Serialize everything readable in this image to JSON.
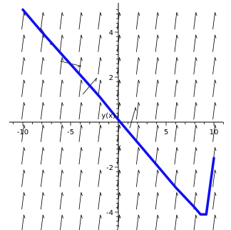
{
  "chart_data": {
    "type": "line",
    "title": "",
    "xlabel": "x",
    "ylabel": "y(x)",
    "xlim": [
      -11,
      11
    ],
    "ylim": [
      -5.2,
      5.2
    ],
    "grid": false,
    "x_ticks": [
      {
        "value": -10,
        "label": "-10"
      },
      {
        "value": -5,
        "label": "-5"
      },
      {
        "value": 5,
        "label": "5"
      },
      {
        "value": 10,
        "label": "10"
      }
    ],
    "y_ticks": [
      {
        "value": 4,
        "label": "4"
      },
      {
        "value": 2,
        "label": "2"
      },
      {
        "value": -2,
        "label": "-2"
      },
      {
        "value": -4,
        "label": "-4"
      }
    ],
    "series": [
      {
        "color": "#1010f0",
        "x": [
          -10,
          -8,
          -6,
          -4,
          -2,
          0,
          2,
          4,
          6,
          8,
          8.6,
          9.2,
          10
        ],
        "y": [
          5.0,
          4.0,
          3.05,
          2.1,
          1.15,
          0.1,
          -0.9,
          -1.9,
          -2.9,
          -3.8,
          -4.1,
          -4.1,
          -1.6
        ]
      }
    ],
    "direction_field": {
      "type": "slope-field",
      "color": "#000000",
      "x": [
        -10,
        -8,
        -6,
        -4,
        -2,
        0,
        2,
        4,
        6,
        8,
        10
      ],
      "y": [
        4.5,
        3.5,
        2.5,
        1.5,
        0.5,
        -0.5,
        -1.5,
        -2.5,
        -3.5,
        -4.5
      ],
      "mostly_vertical_arrows": true,
      "tilted_arrows": [
        {
          "x": -7.5,
          "y": 3.8,
          "slope": -0.6
        },
        {
          "x": -5.0,
          "y": 2.6,
          "slope": -0.1
        },
        {
          "x": -3.0,
          "y": 1.6,
          "slope": 0.5
        },
        {
          "x": 1.5,
          "y": 0.2,
          "slope": 1.5
        }
      ]
    }
  }
}
